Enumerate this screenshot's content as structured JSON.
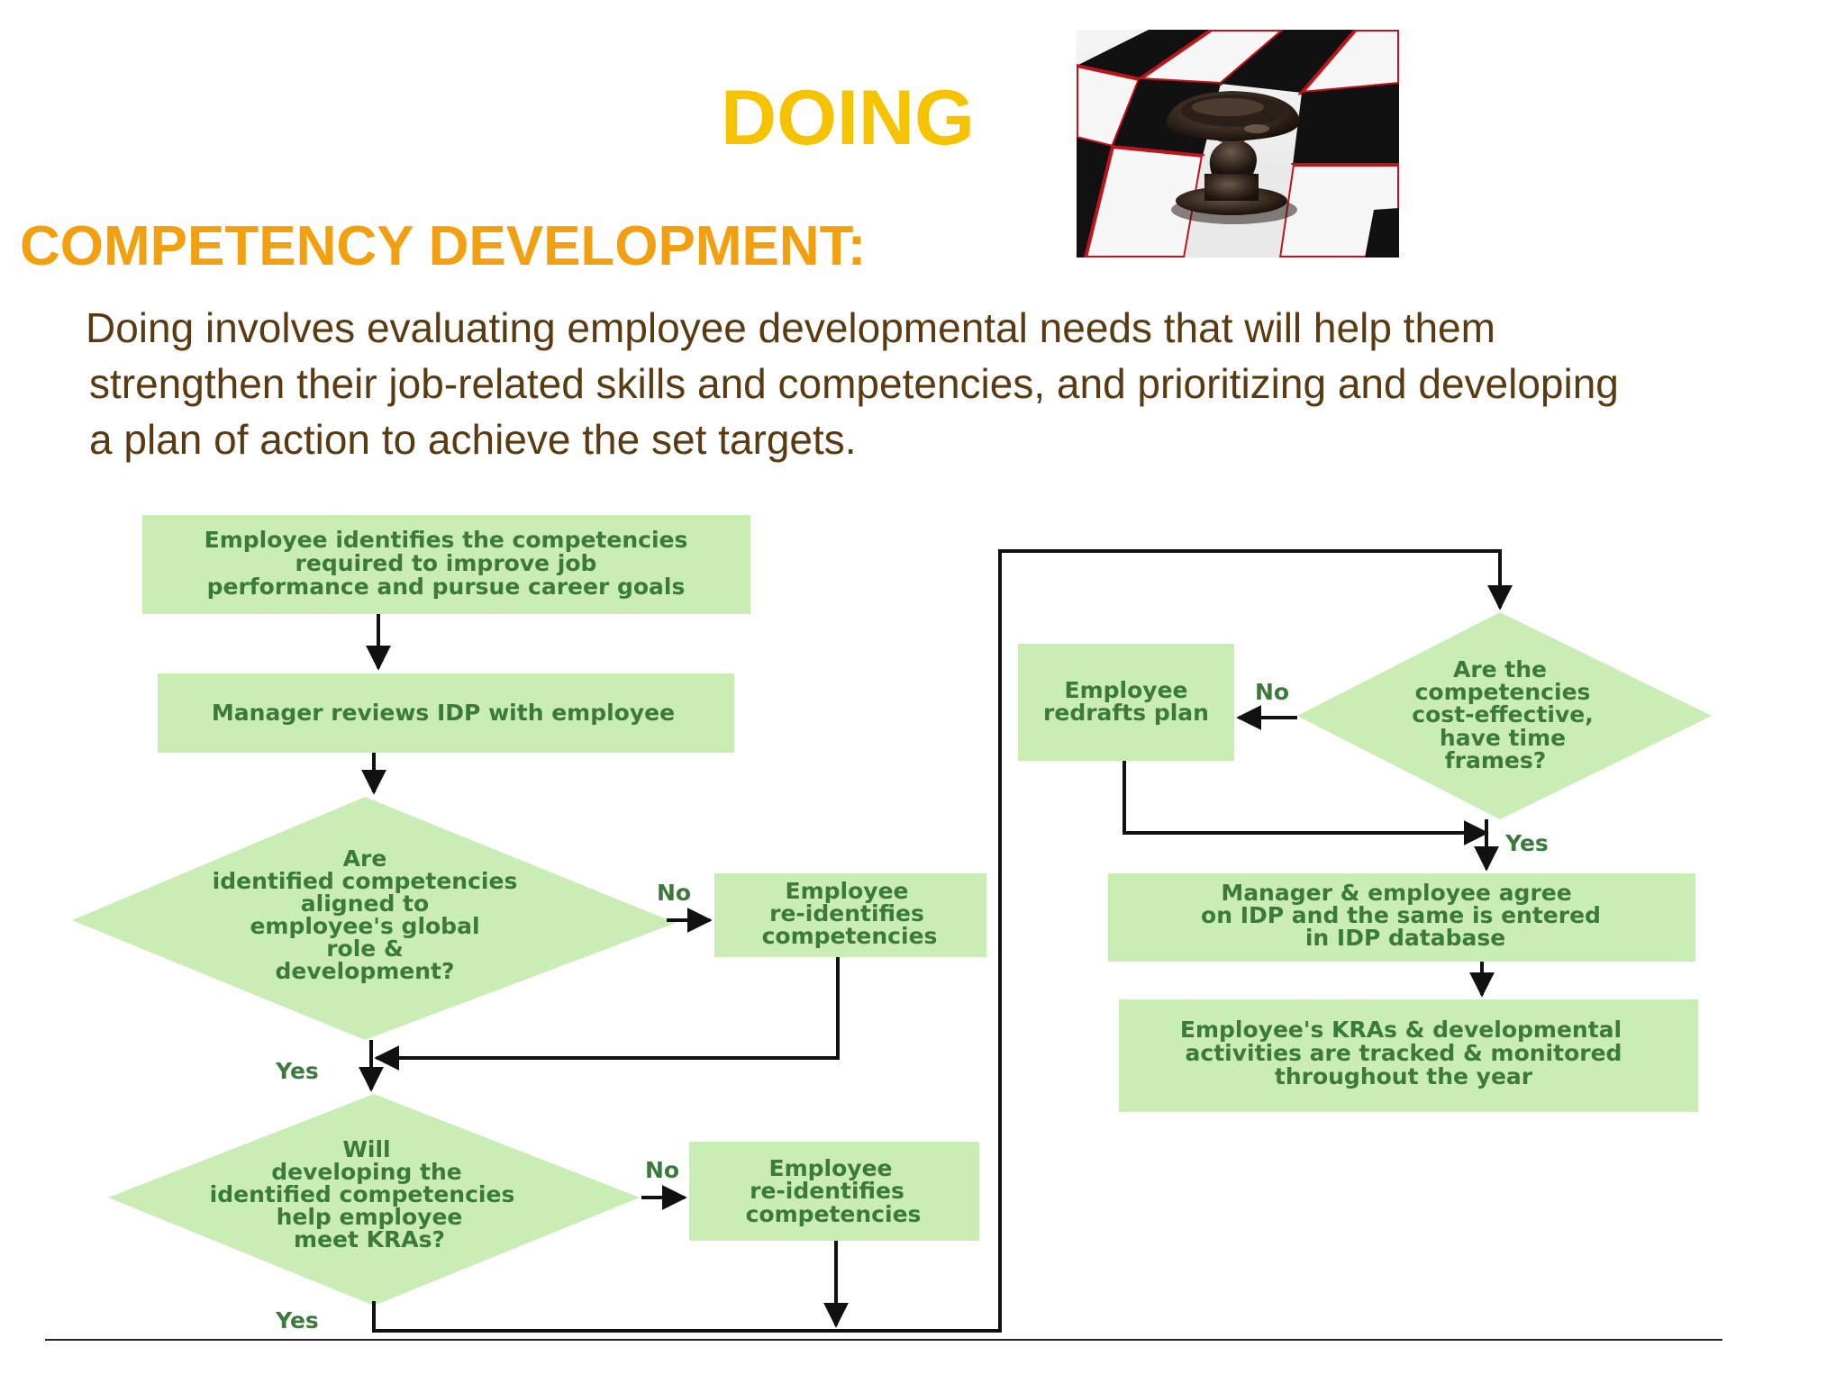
{
  "heading": "DOING",
  "subheading": "COMPETENCY DEVELOPMENT:",
  "description": {
    "line1": "Doing involves evaluating employee developmental needs that will help them",
    "line2": "strengthen their job-related skills and competencies, and prioritizing and developing",
    "line3": "a plan of action to achieve the set targets."
  },
  "flowchart": {
    "nodes": {
      "identify": [
        "Employee identifies the competencies",
        "required to improve job",
        "performance and pursue career goals"
      ],
      "manager_review": [
        "Manager reviews IDP with employee"
      ],
      "aligned": [
        "Are",
        "identified competencies",
        "aligned to",
        "employee's global",
        "role &",
        "development?"
      ],
      "reidentify1": [
        "Employee",
        "re-identifies",
        "competencies"
      ],
      "help_kra": [
        "Will",
        "developing the",
        "identified competencies",
        "help employee",
        "meet KRAs?"
      ],
      "reidentify2": [
        "Employee",
        "re-identifies",
        "competencies"
      ],
      "redraft": [
        "Employee",
        "redrafts plan"
      ],
      "cost_effective": [
        "Are the",
        "competencies",
        "cost-effective,",
        "have time",
        "frames?"
      ],
      "agree": [
        "Manager & employee agree",
        "on IDP and the same is entered",
        "in IDP database"
      ],
      "tracked": [
        "Employee's KRAs & developmental",
        "activities are tracked & monitored",
        "throughout the year"
      ]
    },
    "labels": {
      "no1": "No",
      "yes1": "Yes",
      "no2": "No",
      "yes2": "Yes",
      "no3": "No",
      "yes3": "Yes"
    }
  },
  "colors": {
    "heading": "#f5c300",
    "subheading": "#f3a010",
    "body_text": "#5a3a10",
    "node_fill": "#c9edb4",
    "node_text": "#3b7a3b",
    "connector": "#111111"
  },
  "image_description_icon": "chess-piece-photo"
}
